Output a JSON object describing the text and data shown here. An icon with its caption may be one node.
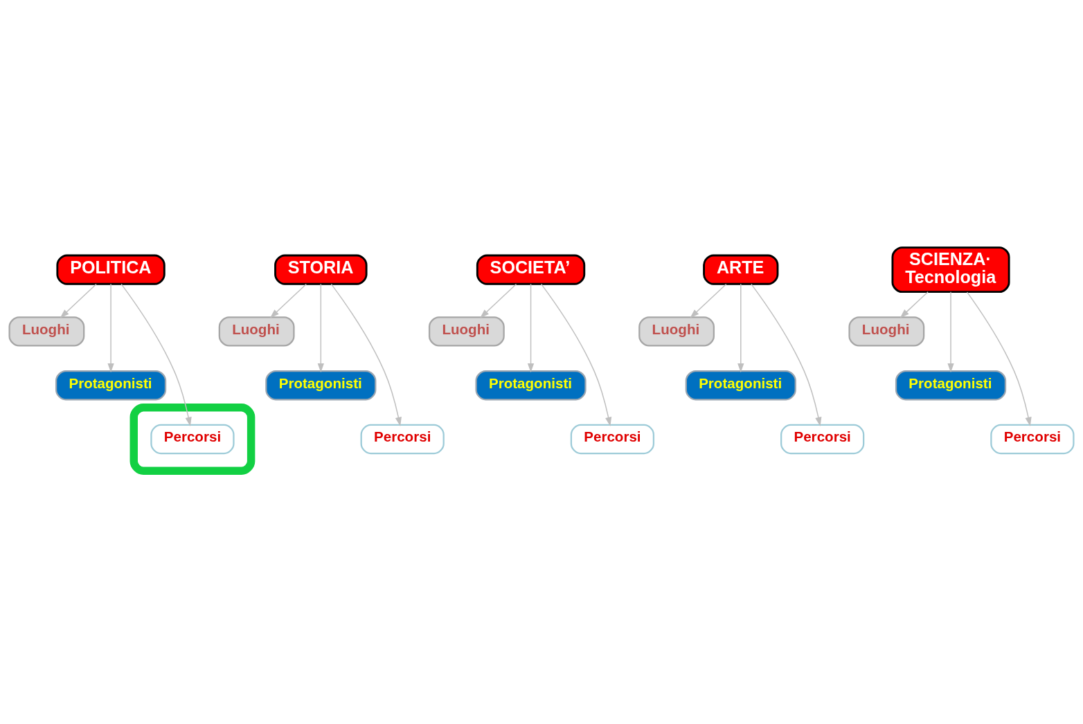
{
  "diagram": {
    "nodes": [
      {
        "text": [
          "Percorsi"
        ]
      },
      {
        "text": [
          "Percorsi"
        ]
      },
      {
        "text": [
          "Protagonisti"
        ]
      },
      {
        "text": [
          "Protagonisti"
        ]
      },
      {
        "text": [
          "Luoghi"
        ]
      },
      {
        "text": [
          "Luoghi"
        ]
      },
      {
        "text": [
          "STORIA"
        ]
      },
      {
        "text": [
          "ARTE"
        ]
      },
      {
        "text": [],
        "shape": "ellipse"
      },
      {
        "text": [
          "Percorsi"
        ],
        "in": 8
      },
      {
        "text": [
          "Percorsi"
        ]
      },
      {
        "text": [
          "POLITICA"
        ]
      },
      {
        "text": [
          "SCIENZA· Tecnologia"
        ]
      },
      {
        "text": [
          "Protagonisti"
        ]
      },
      {
        "text": [
          "Protagonisti"
        ]
      },
      {
        "text": [
          "Luoghi"
        ]
      },
      {
        "text": [
          "Luoghi"
        ]
      },
      {
        "text": [
          "SOCIETA’"
        ]
      },
      {
        "text": [
          "Luoghi"
        ]
      },
      {
        "text": [
          "Protagonisti"
        ]
      },
      {
        "text": [
          "Percorsi"
        ]
      }
    ],
    "edges": [
      {
        "from": 6,
        "to": 4,
        "arrow": "to"
      },
      {
        "from": 6,
        "to": 2,
        "arrow": "to"
      },
      {
        "from": 6,
        "to": 0,
        "arrow": "to"
      },
      {
        "from": 7,
        "to": 5,
        "arrow": "to"
      },
      {
        "from": 7,
        "to": 3,
        "arrow": "to"
      },
      {
        "from": 7,
        "to": 1,
        "arrow": "to"
      },
      {
        "from": 11,
        "to": 15,
        "arrow": "to"
      },
      {
        "from": 11,
        "to": 13,
        "arrow": "to"
      },
      {
        "from": 11,
        "to": 9,
        "arrow": "to"
      },
      {
        "from": 12,
        "to": 16,
        "arrow": "to"
      },
      {
        "from": 12,
        "to": 14,
        "arrow": "to"
      },
      {
        "from": 12,
        "to": 10,
        "arrow": "to"
      },
      {
        "from": 17,
        "to": 18,
        "arrow": "to"
      },
      {
        "from": 17,
        "to": 19,
        "arrow": "to"
      },
      {
        "from": 17,
        "to": 20,
        "arrow": "to"
      }
    ]
  }
}
